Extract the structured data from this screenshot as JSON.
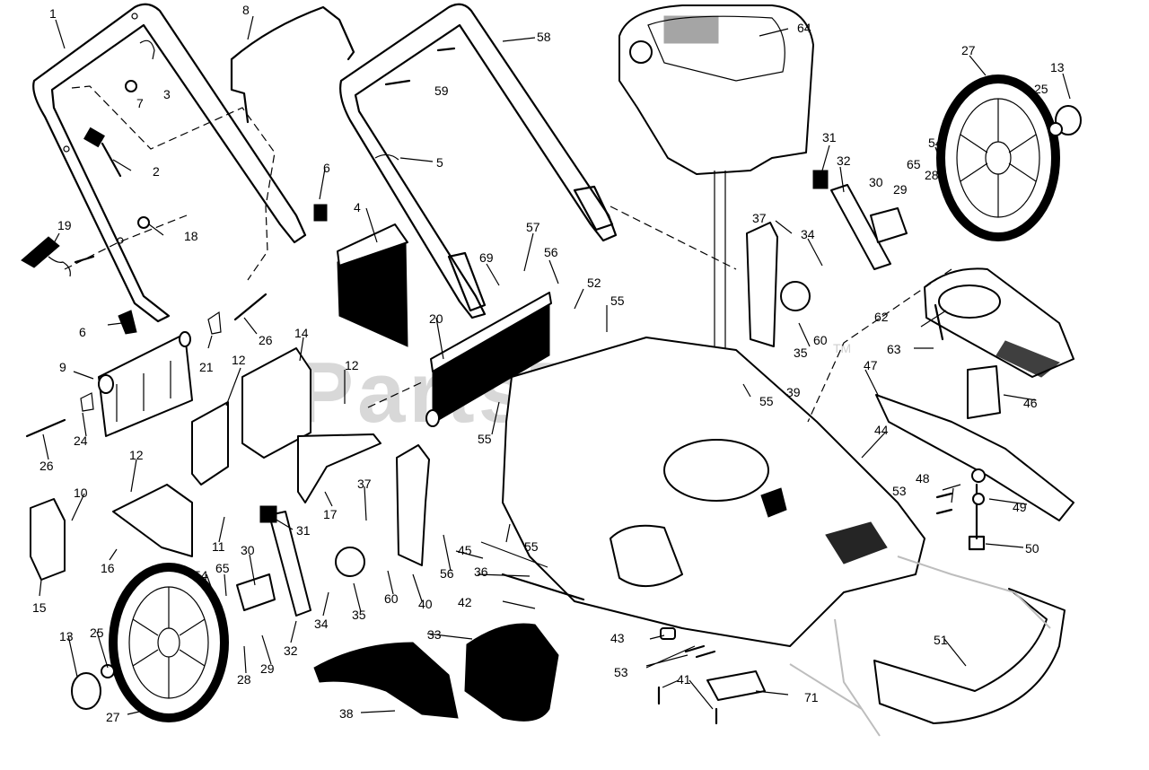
{
  "watermark": {
    "text": "PartsTree",
    "trademark": "TM"
  },
  "callouts": [
    "1",
    "8",
    "58",
    "64",
    "7",
    "3",
    "59",
    "27",
    "13",
    "25",
    "2",
    "5",
    "54",
    "65",
    "28",
    "6",
    "31",
    "32",
    "30",
    "29",
    "19",
    "18",
    "4",
    "37",
    "34",
    "57",
    "56",
    "69",
    "52",
    "62",
    "60",
    "63",
    "55",
    "6",
    "26",
    "14",
    "20",
    "35",
    "47",
    "9",
    "12",
    "12",
    "39",
    "55",
    "46",
    "21",
    "24",
    "26",
    "55",
    "44",
    "12",
    "17",
    "37",
    "10",
    "31",
    "48",
    "49",
    "53",
    "50",
    "11",
    "45",
    "55",
    "16",
    "15",
    "36",
    "30",
    "65",
    "54",
    "42",
    "56",
    "60",
    "40",
    "34",
    "35",
    "32",
    "43",
    "33",
    "51",
    "13",
    "25",
    "53",
    "28",
    "29",
    "41",
    "71",
    "27",
    "38"
  ],
  "colors": {
    "line": "#000000",
    "background": "#ffffff",
    "watermark": "#d8d8d8"
  }
}
